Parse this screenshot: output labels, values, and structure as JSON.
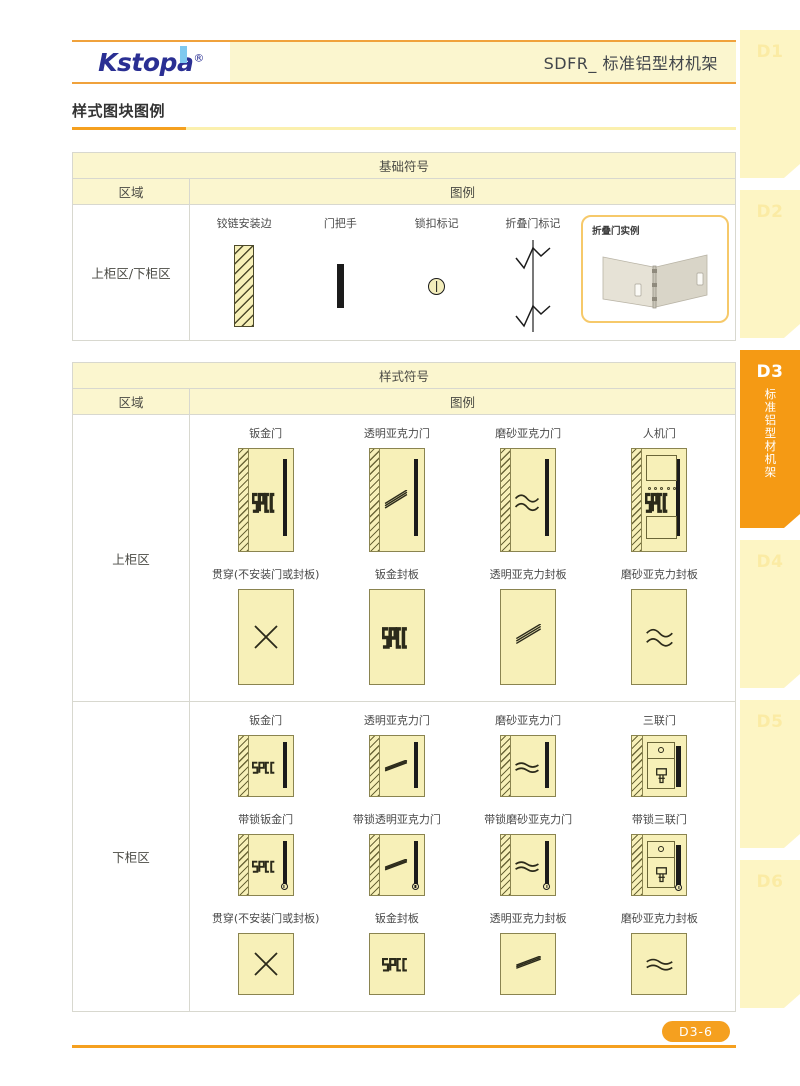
{
  "header": {
    "brand": "Kstopa",
    "brand_reg": "®",
    "title": "SDFR_ 标准铝型材机架"
  },
  "section": {
    "title": "样式图块图例"
  },
  "basic_table": {
    "title": "基础符号",
    "col_region": "区域",
    "col_legend": "图例",
    "row_label": "上柜区/下柜区",
    "items": [
      {
        "label": "铰链安装边",
        "icon": "hinge-edge-icon"
      },
      {
        "label": "门把手",
        "icon": "door-handle-icon"
      },
      {
        "label": "锁扣标记",
        "icon": "lock-mark-icon"
      },
      {
        "label": "折叠门标记",
        "icon": "folding-door-mark-icon"
      }
    ],
    "example": {
      "label": "折叠门实例",
      "icon": "folding-door-photo"
    }
  },
  "style_table": {
    "title": "样式符号",
    "col_region": "区域",
    "col_legend": "图例",
    "upper": {
      "label": "上柜区",
      "rows": [
        [
          {
            "label": "钣金门",
            "type": "door",
            "material": "spcc",
            "lock": false
          },
          {
            "label": "透明亚克力门",
            "type": "door",
            "material": "clear",
            "lock": false
          },
          {
            "label": "磨砂亚克力门",
            "type": "door",
            "material": "frosted",
            "lock": false
          },
          {
            "label": "人机门",
            "type": "hmi",
            "material": "spcc",
            "lock": false
          }
        ],
        [
          {
            "label": "贯穿(不安装门或封板)",
            "type": "through",
            "material": "none",
            "lock": false
          },
          {
            "label": "钣金封板",
            "type": "cover",
            "material": "spcc",
            "lock": false
          },
          {
            "label": "透明亚克力封板",
            "type": "cover",
            "material": "clear",
            "lock": false
          },
          {
            "label": "磨砂亚克力封板",
            "type": "cover",
            "material": "frosted",
            "lock": false
          }
        ]
      ]
    },
    "lower": {
      "label": "下柜区",
      "rows": [
        [
          {
            "label": "钣金门",
            "type": "door",
            "material": "spcc",
            "lock": false
          },
          {
            "label": "透明亚克力门",
            "type": "door",
            "material": "clear",
            "lock": false
          },
          {
            "label": "磨砂亚克力门",
            "type": "door",
            "material": "frosted",
            "lock": false
          },
          {
            "label": "三联门",
            "type": "triple",
            "material": "spcc",
            "lock": false
          }
        ],
        [
          {
            "label": "带锁钣金门",
            "type": "door",
            "material": "spcc",
            "lock": true
          },
          {
            "label": "带锁透明亚克力门",
            "type": "door",
            "material": "clear",
            "lock": true
          },
          {
            "label": "带锁磨砂亚克力门",
            "type": "door",
            "material": "frosted",
            "lock": true
          },
          {
            "label": "带锁三联门",
            "type": "triple",
            "material": "spcc",
            "lock": true
          }
        ],
        [
          {
            "label": "贯穿(不安装门或封板)",
            "type": "through",
            "material": "none",
            "lock": false
          },
          {
            "label": "钣金封板",
            "type": "cover",
            "material": "spcc",
            "lock": false
          },
          {
            "label": "透明亚克力封板",
            "type": "cover",
            "material": "clear",
            "lock": false
          },
          {
            "label": "磨砂亚克力封板",
            "type": "cover",
            "material": "frosted",
            "lock": false
          }
        ]
      ]
    }
  },
  "side_tabs": [
    {
      "code": "D1",
      "label": "",
      "active": false
    },
    {
      "code": "D2",
      "label": "",
      "active": false
    },
    {
      "code": "D3",
      "label": "标准铝型材机架",
      "active": true
    },
    {
      "code": "D4",
      "label": "",
      "active": false
    },
    {
      "code": "D5",
      "label": "",
      "active": false
    },
    {
      "code": "D6",
      "label": "",
      "active": false
    }
  ],
  "footer": {
    "page": "D3-6"
  },
  "colors": {
    "accent_orange": "#f5a01f",
    "panel_fill": "#f7f0b8",
    "panel_stroke": "#8a8450",
    "header_bg": "#fbf6cf",
    "brand_blue": "#2a2f93"
  }
}
